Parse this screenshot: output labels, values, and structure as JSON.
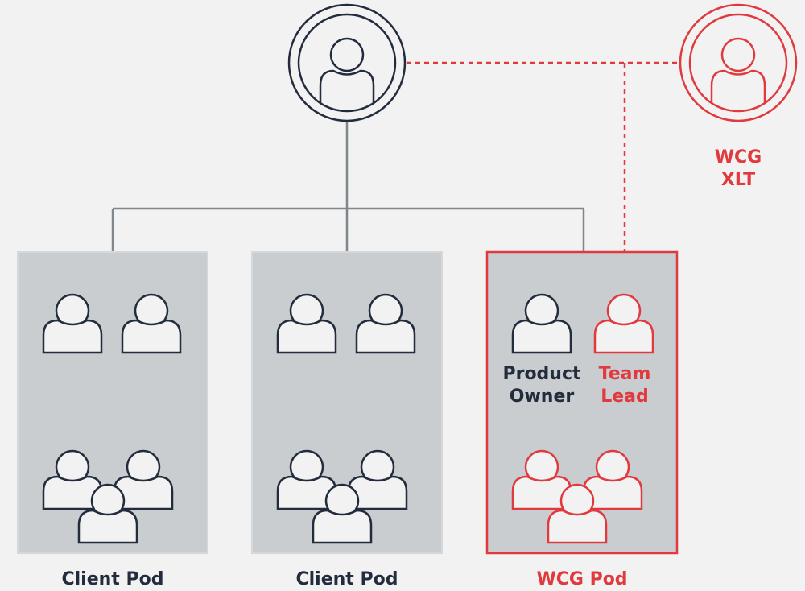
{
  "colors": {
    "background": "#f2f2f2",
    "dark": "#232c3d",
    "red": "#e03a3e",
    "connector": "#7f868c",
    "pod_fill": "#c9cdcf",
    "pod_border": "#d4d8da",
    "person_fill": "#f2f2f2"
  },
  "labels": {
    "xlt": [
      "WCG",
      "XLT"
    ],
    "product_owner": [
      "Product",
      "Owner"
    ],
    "team_lead": [
      "Team",
      "Lead"
    ]
  },
  "pods": [
    {
      "label": "Client Pod",
      "accent": "dark"
    },
    {
      "label": "Client Pod",
      "accent": "dark"
    },
    {
      "label": "WCG Pod",
      "accent": "red"
    }
  ],
  "icons": {
    "leader": "user-circle-icon",
    "xlt": "user-circle-icon",
    "member": "person-icon",
    "group": "person-group-icon"
  }
}
